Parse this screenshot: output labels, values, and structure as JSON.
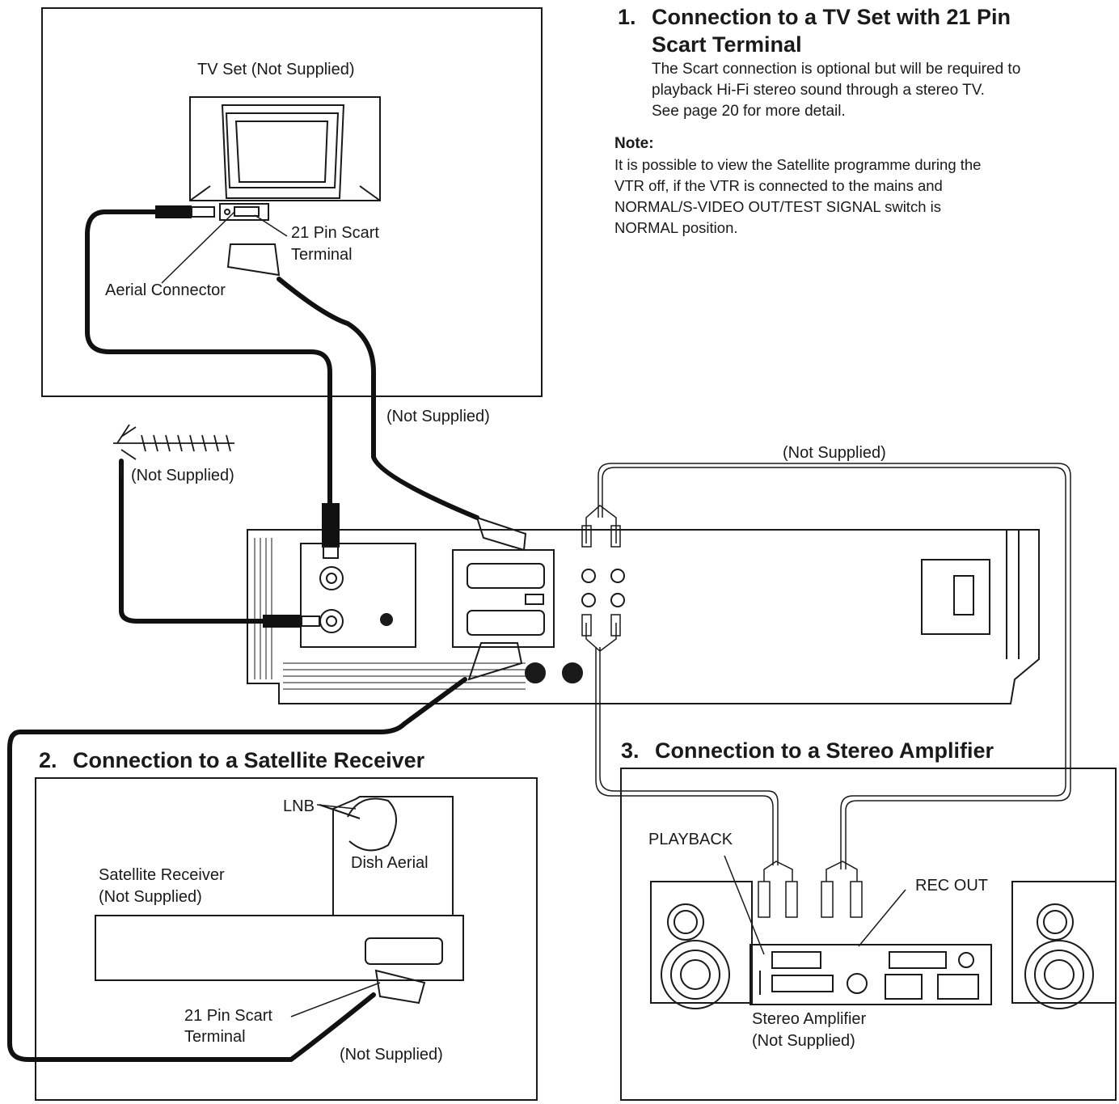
{
  "section1": {
    "number": "1.",
    "title_line1": "Connection to a TV Set with 21 Pin",
    "title_line2": "Scart Terminal",
    "body_lines": [
      "The Scart connection is optional but will be required to",
      "playback Hi-Fi stereo sound through a stereo TV.",
      "See page 20 for more detail."
    ],
    "note_title": "Note:",
    "note_lines": [
      "It is possible to view the Satellite programme during the",
      "VTR off, if the VTR is connected to the mains and",
      "NORMAL/S-VIDEO OUT/TEST SIGNAL switch is",
      "NORMAL position."
    ]
  },
  "section2": {
    "number": "2.",
    "title": "Connection to a Satellite Receiver"
  },
  "section3": {
    "number": "3.",
    "title": "Connection to a Stereo Amplifier"
  },
  "labels": {
    "tv_set": "TV Set (Not Supplied)",
    "scart_terminal_tv_1": "21 Pin Scart",
    "scart_terminal_tv_2": "Terminal",
    "aerial_connector": "Aerial Connector",
    "not_supplied_scart_cable": "(Not Supplied)",
    "not_supplied_antenna": "(Not Supplied)",
    "not_supplied_audio_cable": "(Not Supplied)",
    "lnb": "LNB",
    "dish_aerial": "Dish Aerial",
    "satellite_receiver_1": "Satellite Receiver",
    "satellite_receiver_2": "(Not Supplied)",
    "scart_terminal_sat_1": "21 Pin Scart",
    "scart_terminal_sat_2": "Terminal",
    "not_supplied_sat_cable": "(Not Supplied)",
    "playback": "PLAYBACK",
    "rec_out": "REC OUT",
    "stereo_amplifier_1": "Stereo Amplifier",
    "stereo_amplifier_2": "(Not Supplied)"
  },
  "colors": {
    "ink": "#1a1a1a",
    "cable": "#111111",
    "background": "#ffffff"
  }
}
